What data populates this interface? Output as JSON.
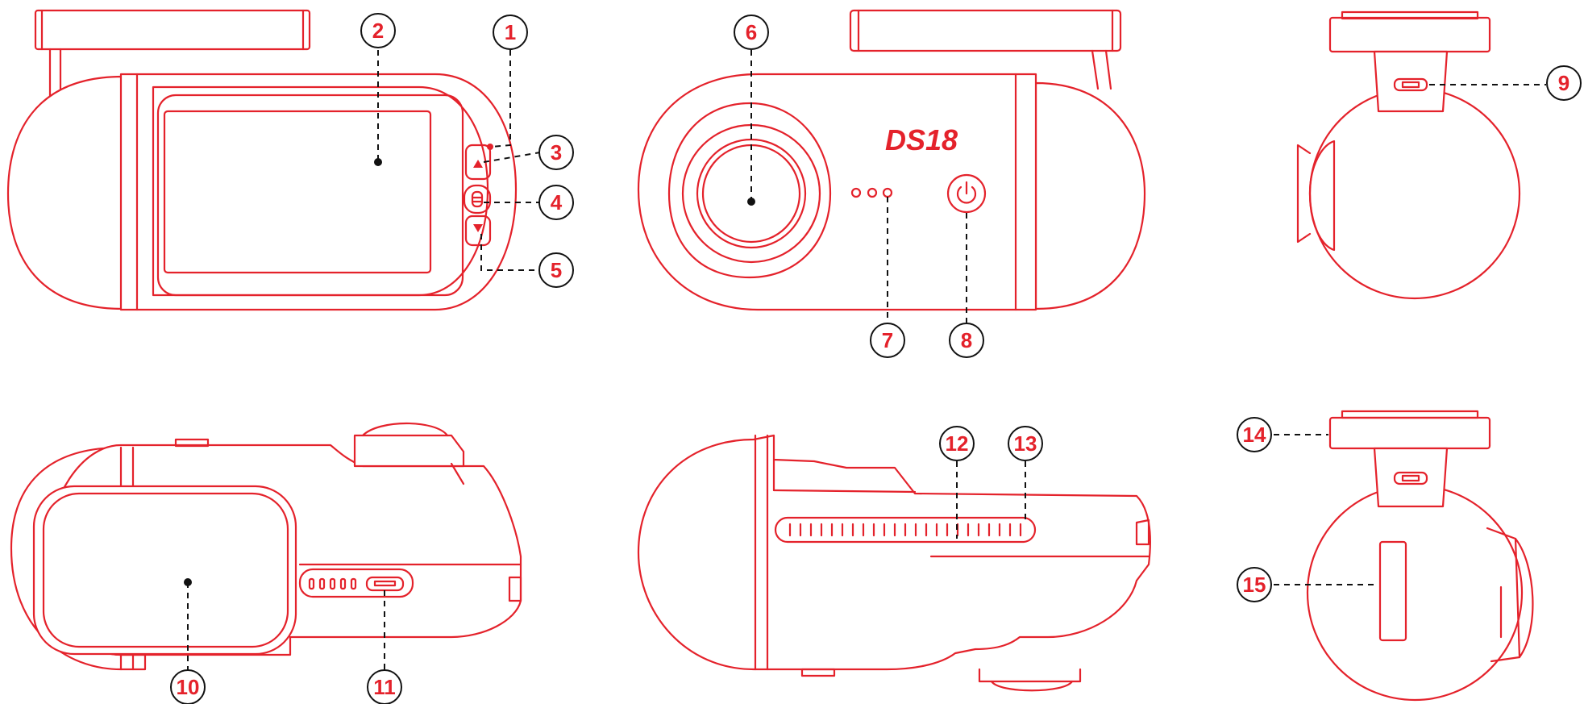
{
  "brand": {
    "logo": "DS18",
    "color": "#e4222b"
  },
  "callouts": [
    {
      "id": 1,
      "label": "1"
    },
    {
      "id": 2,
      "label": "2"
    },
    {
      "id": 3,
      "label": "3"
    },
    {
      "id": 4,
      "label": "4"
    },
    {
      "id": 5,
      "label": "5"
    },
    {
      "id": 6,
      "label": "6"
    },
    {
      "id": 7,
      "label": "7"
    },
    {
      "id": 8,
      "label": "8"
    },
    {
      "id": 9,
      "label": "9"
    },
    {
      "id": 10,
      "label": "10"
    },
    {
      "id": 11,
      "label": "11"
    },
    {
      "id": 12,
      "label": "12"
    },
    {
      "id": 13,
      "label": "13"
    },
    {
      "id": 14,
      "label": "14"
    },
    {
      "id": 15,
      "label": "15"
    }
  ],
  "icons": [
    "up-arrow-button-icon",
    "menu-button-icon",
    "down-arrow-button-icon",
    "power-icon",
    "usb-port-icon"
  ]
}
